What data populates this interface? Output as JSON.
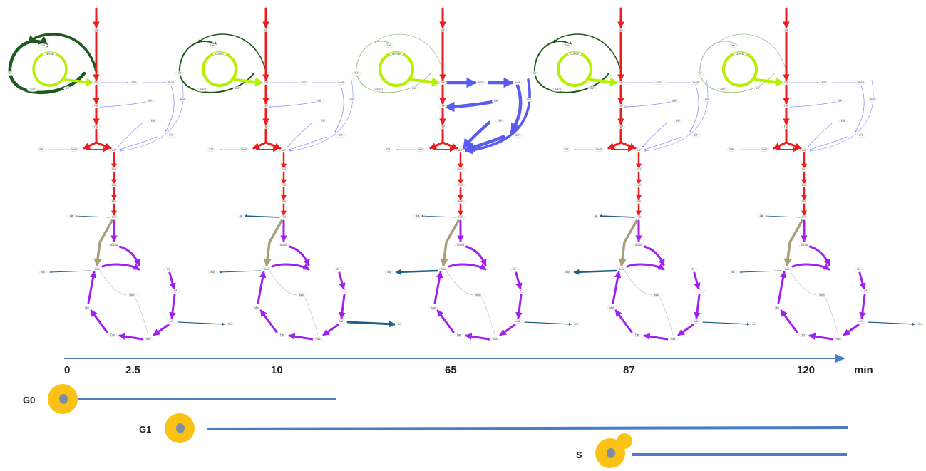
{
  "colors": {
    "glycolysis": "#ee1c1c",
    "tca": "#a020f0",
    "ppp": "#5a5cf0",
    "trehalose_light": "#b4f000",
    "trehalose_dark": "#1e5a1e",
    "shunt": "#a89f7a",
    "export": "#1f5f86",
    "timeline": "#4a7cc5",
    "cell": "#fbc216",
    "nucleus": "#7d8fa4"
  },
  "panels": [
    {
      "time_index": 0,
      "trehalose_strength": "strong"
    },
    {
      "time_index": 1,
      "trehalose_strength": "medium"
    },
    {
      "time_index": 2,
      "trehalose_strength": "weak"
    },
    {
      "time_index": 3,
      "trehalose_strength": "medium"
    },
    {
      "time_index": 4,
      "trehalose_strength": "weak"
    }
  ],
  "nodes": {
    "glc": "Glc",
    "treh": "Treh",
    "t6p": "T6P",
    "udpglc": "UDPGlc",
    "udpg": "UDPG1",
    "g1p": "G1P",
    "g6p": "G6P",
    "pgs": "PGS",
    "ru5p": "Ru5P",
    "r5p": "R5P",
    "x5p": "X5P",
    "e4p": "E4P",
    "s7p": "S7P",
    "f6p": "F6P",
    "fbp": "FBP",
    "dhap": "DHAP",
    "g3p": "G3P",
    "gap": "GAP",
    "pg3": "PG3",
    "pg2": "PG2",
    "pep": "PEP",
    "pyr": "PYR",
    "ala": "Ala",
    "accoa": "AcCoA",
    "oaa": "OAA",
    "asp": "Asp",
    "cit": "Cit",
    "icit": "ICit",
    "akg": "aKG",
    "glu": "Glu",
    "succ": "Succ",
    "fum": "Fum",
    "mal": "Mal",
    "glx": "glyox"
  },
  "timeline": {
    "ticks": [
      "0",
      "2.5",
      "10",
      "65",
      "87",
      "120"
    ],
    "unit": "min"
  },
  "phases": [
    {
      "label": "G0",
      "bud": false
    },
    {
      "label": "G1",
      "bud": false
    },
    {
      "label": "S",
      "bud": true
    }
  ]
}
